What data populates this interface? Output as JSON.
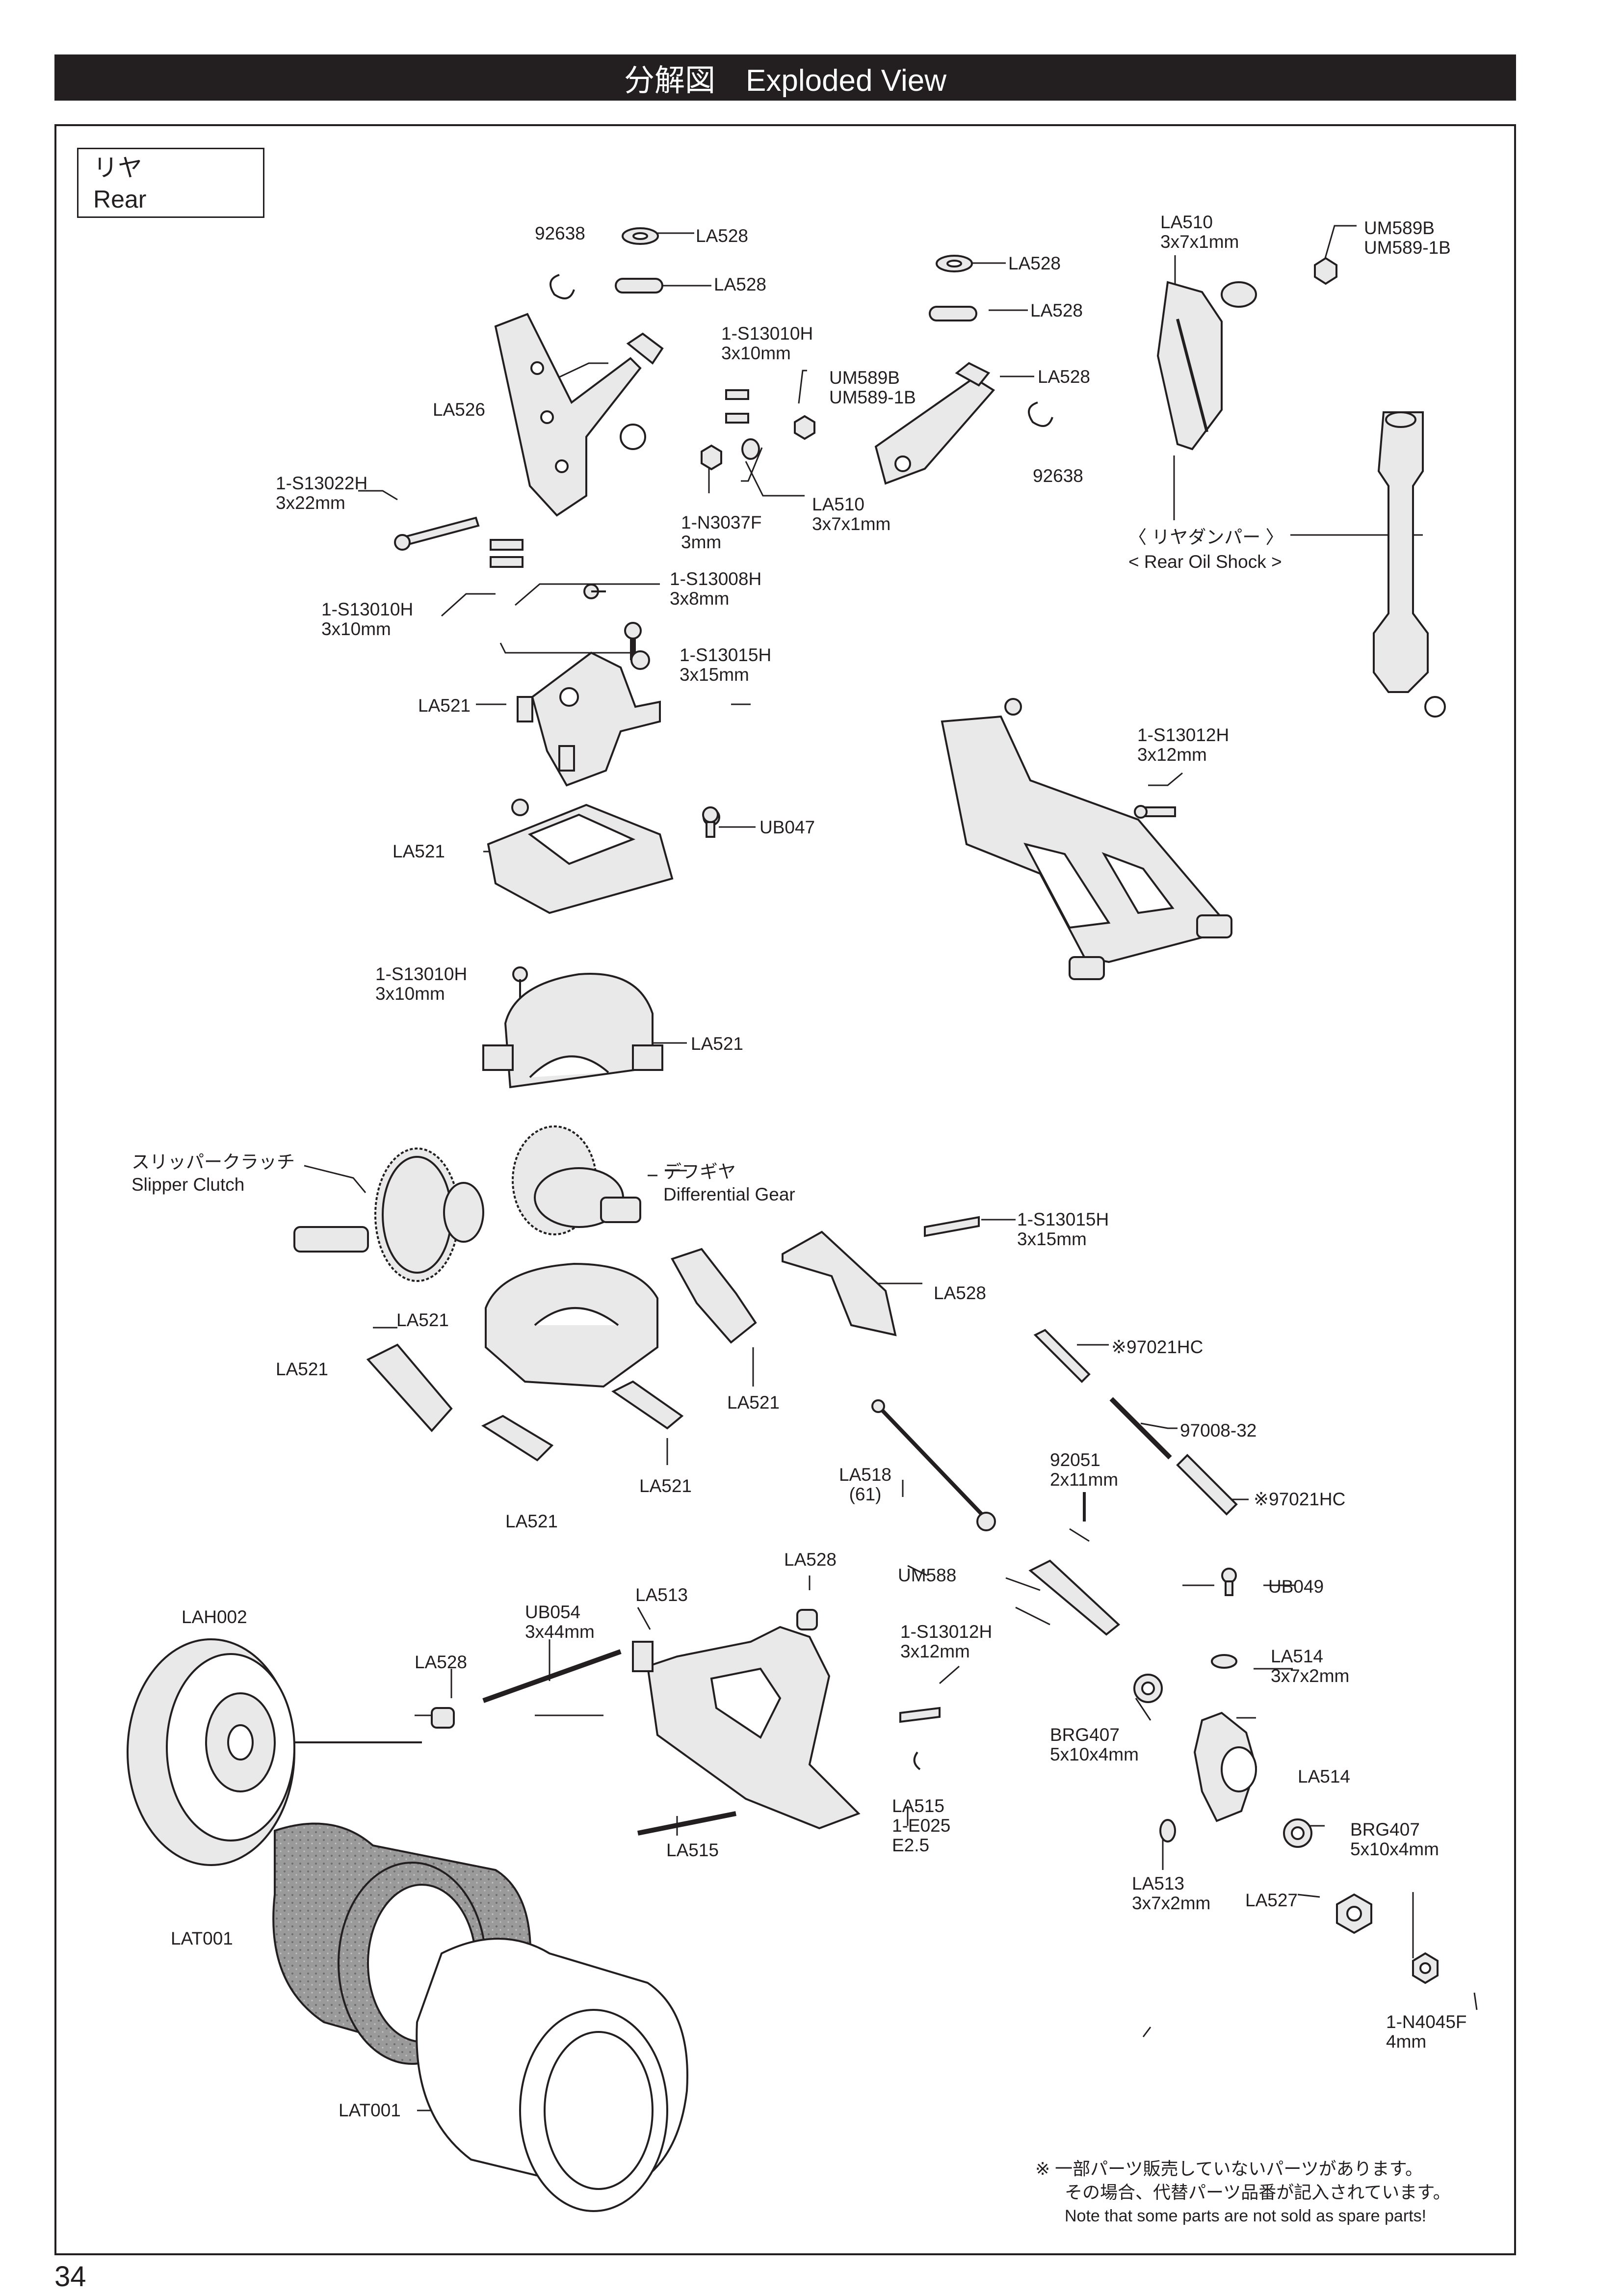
{
  "header": {
    "title": "分解図　Exploded View"
  },
  "section": {
    "title_jp": "リヤ",
    "title_en": "Rear"
  },
  "page_number": "34",
  "note": {
    "line1": "※ 一部パーツ販売していないパーツがあります。",
    "line2": "その場合、代替パーツ品番が記入されています。",
    "line3": "Note that some parts are not sold as spare parts!"
  },
  "labels": {
    "p92638_a": "92638",
    "la528_a": "LA528",
    "la528_b": "LA528",
    "la528_c": "LA528",
    "la528_d": "LA528",
    "la528_e": "LA528",
    "la510_top": [
      "LA510",
      "3x7x1mm"
    ],
    "um589_top": [
      "UM589B",
      "UM589-1B"
    ],
    "s13010_a": [
      "1-S13010H",
      "3x10mm"
    ],
    "um589_mid": [
      "UM589B",
      "UM589-1B"
    ],
    "la526": "LA526",
    "p92638_b": "92638",
    "s13022": [
      "1-S13022H",
      "3x22mm"
    ],
    "n3037": [
      "1-N3037F",
      "3mm"
    ],
    "la510_mid": [
      "LA510",
      "3x7x1mm"
    ],
    "rear_shock": [
      "〈 リヤダンパー 〉",
      "< Rear Oil Shock >"
    ],
    "s13008": [
      "1-S13008H",
      "3x8mm"
    ],
    "s13010_b": [
      "1-S13010H",
      "3x10mm"
    ],
    "s13015_a": [
      "1-S13015H",
      "3x15mm"
    ],
    "la521_a": "LA521",
    "s13012_a": [
      "1-S13012H",
      "3x12mm"
    ],
    "ub047": "UB047",
    "la521_b": "LA521",
    "s13010_c": [
      "1-S13010H",
      "3x10mm"
    ],
    "la521_c": "LA521",
    "slipper": [
      "スリッパークラッチ",
      "Slipper Clutch"
    ],
    "diff": [
      "デフギヤ",
      "Differential Gear"
    ],
    "s13015_b": [
      "1-S13015H",
      "3x15mm"
    ],
    "la528_f": "LA528",
    "la521_d": "LA521",
    "la521_e": "LA521",
    "p97021_a": "※97021HC",
    "la521_f": "LA521",
    "p97008": "97008-32",
    "la521_g": "LA521",
    "la521_h": "LA521",
    "la518": [
      "LA518",
      "(61)"
    ],
    "p92051": [
      "92051",
      "2x11mm"
    ],
    "p97021_b": "※97021HC",
    "la528_g": "LA528",
    "um588": "UM588",
    "ub049": "UB049",
    "lah002": "LAH002",
    "ub054": [
      "UB054",
      "3x44mm"
    ],
    "la513_a": "LA513",
    "s13012_b": [
      "1-S13012H",
      "3x12mm"
    ],
    "la514_a": [
      "LA514",
      "3x7x2mm"
    ],
    "la528_h": "LA528",
    "brg407_a": [
      "BRG407",
      "5x10x4mm"
    ],
    "la514_b": "LA514",
    "la515_a": [
      "LA515",
      "1-E025",
      "E2.5"
    ],
    "brg407_b": [
      "BRG407",
      "5x10x4mm"
    ],
    "la515_b": "LA515",
    "la513_b": [
      "LA513",
      "3x7x2mm"
    ],
    "la527": "LA527",
    "lat001_a": "LAT001",
    "n4045": [
      "1-N4045F",
      "4mm"
    ],
    "lat001_b": "LAT001"
  }
}
